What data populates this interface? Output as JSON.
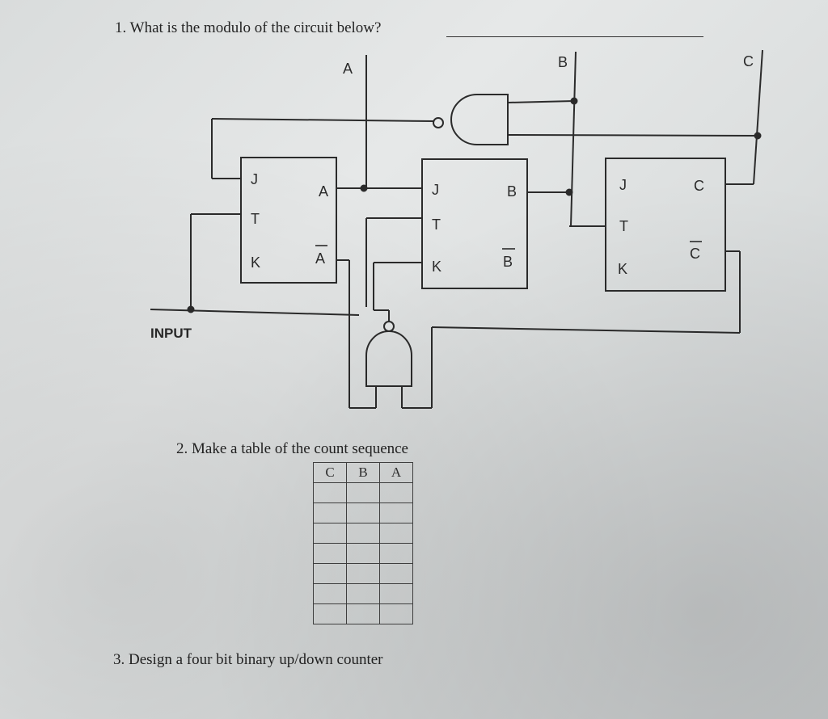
{
  "questions": {
    "q1": "1. What is the modulo of the circuit below?",
    "q2": "2. Make a table of the count sequence",
    "q3": "3. Design a four bit binary up/down counter"
  },
  "circuit": {
    "output_labels": {
      "a": "A",
      "b": "B",
      "c": "C"
    },
    "input_label": "INPUT",
    "flip_flops": [
      {
        "inputs": [
          "J",
          "T",
          "K"
        ],
        "outputs": [
          "A",
          "A"
        ],
        "complement_output": "Ā"
      },
      {
        "inputs": [
          "J",
          "T",
          "K"
        ],
        "outputs": [
          "B",
          "B"
        ],
        "complement_output": "B̄"
      },
      {
        "inputs": [
          "J",
          "T",
          "K"
        ],
        "outputs": [
          "C",
          "C"
        ],
        "complement_output": "C̄"
      }
    ]
  },
  "table": {
    "headers": [
      "C",
      "B",
      "A"
    ],
    "rows": [
      [
        "",
        "",
        ""
      ],
      [
        "",
        "",
        ""
      ],
      [
        "",
        "",
        ""
      ],
      [
        "",
        "",
        ""
      ],
      [
        "",
        "",
        ""
      ],
      [
        "",
        "",
        ""
      ],
      [
        "",
        "",
        ""
      ]
    ]
  }
}
